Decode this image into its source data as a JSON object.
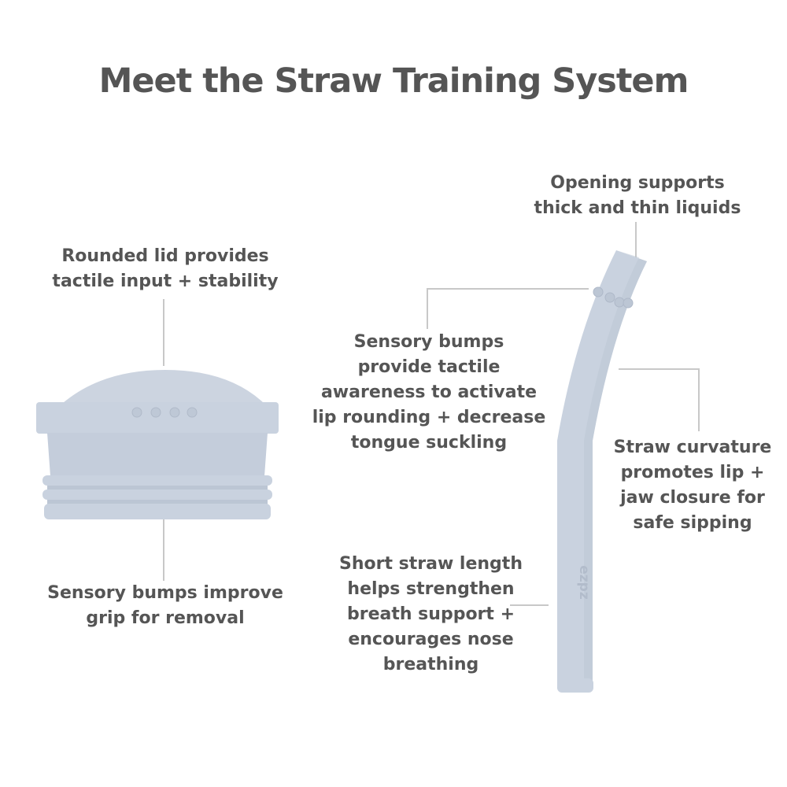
{
  "title": "Meet the Straw Training System",
  "colors": {
    "product": "#c9d2df",
    "product_shade": "#b7c1d0",
    "product_light": "#d8dfe9",
    "leader_line": "#c8c8c8",
    "text": "#555555"
  },
  "callouts": {
    "lid_top": [
      "Rounded lid provides",
      "tactile input + stability"
    ],
    "lid_bottom": [
      "Sensory bumps improve",
      "grip for removal"
    ],
    "opening": [
      "Opening supports",
      "thick and thin liquids"
    ],
    "bumps": [
      "Sensory bumps",
      "provide tactile",
      "awareness to activate",
      "lip rounding + decrease",
      "tongue suckling"
    ],
    "curvature": [
      "Straw curvature",
      "promotes lip +",
      "jaw closure for",
      "safe sipping"
    ],
    "length": [
      "Short straw length",
      "helps strengthen",
      "breath support +",
      "encourages nose",
      "breathing"
    ]
  },
  "straw_logo": "ezpz"
}
